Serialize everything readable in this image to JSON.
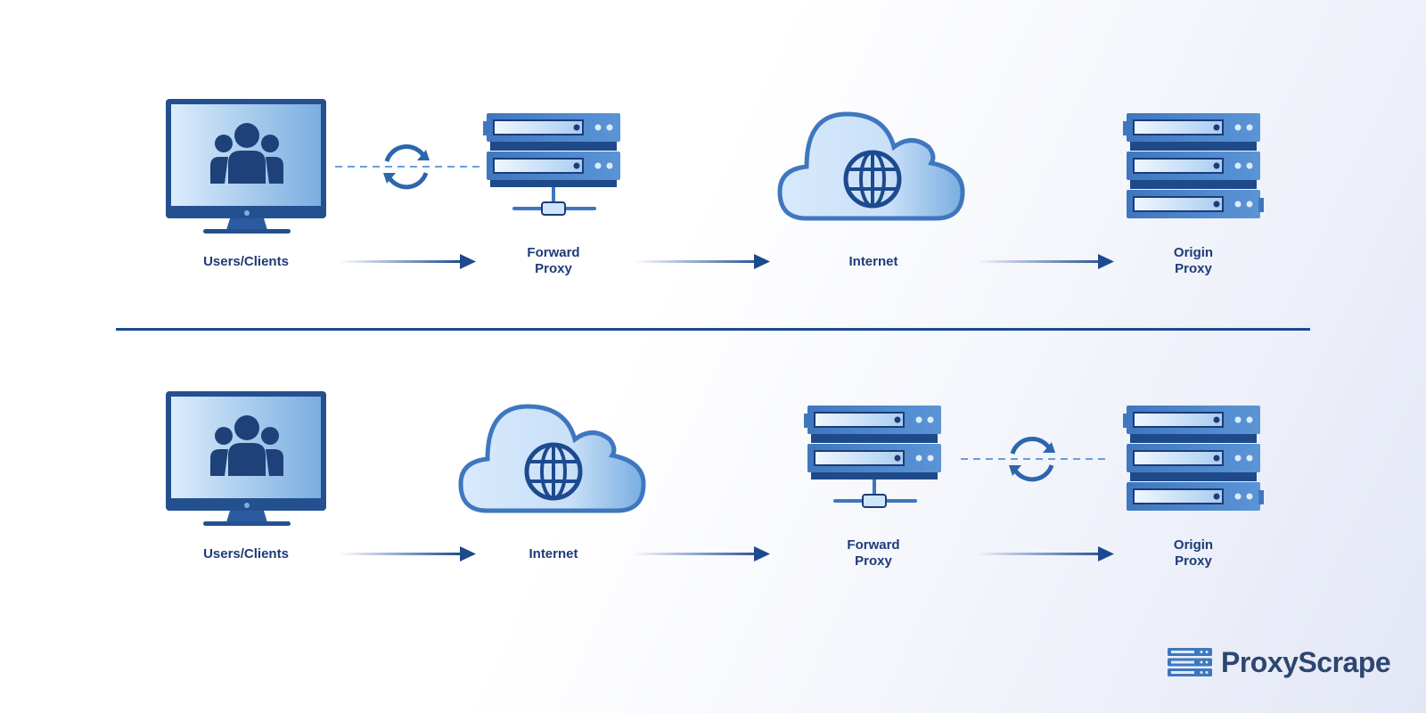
{
  "brand": {
    "name": "ProxyScrape"
  },
  "rows": [
    {
      "labels": [
        "Users/Clients",
        "Forward\nProxy",
        "Internet",
        "Origin\nProxy"
      ],
      "nodes": [
        "monitor-users-icon",
        "forward-proxy-server-icon",
        "internet-cloud-icon",
        "origin-server-icon"
      ],
      "sync_link": "clients-to-forward-proxy"
    },
    {
      "labels": [
        "Users/Clients",
        "Internet",
        "Forward\nProxy",
        "Origin\nProxy"
      ],
      "nodes": [
        "monitor-users-icon",
        "internet-cloud-icon",
        "forward-proxy-server-icon",
        "origin-server-icon"
      ],
      "sync_link": "forward-proxy-to-origin"
    }
  ],
  "colors": {
    "primary": "#1d3b78",
    "accent": "#3f77bf",
    "light": "#cfe5fb",
    "dashed": "#6aa0d8"
  }
}
